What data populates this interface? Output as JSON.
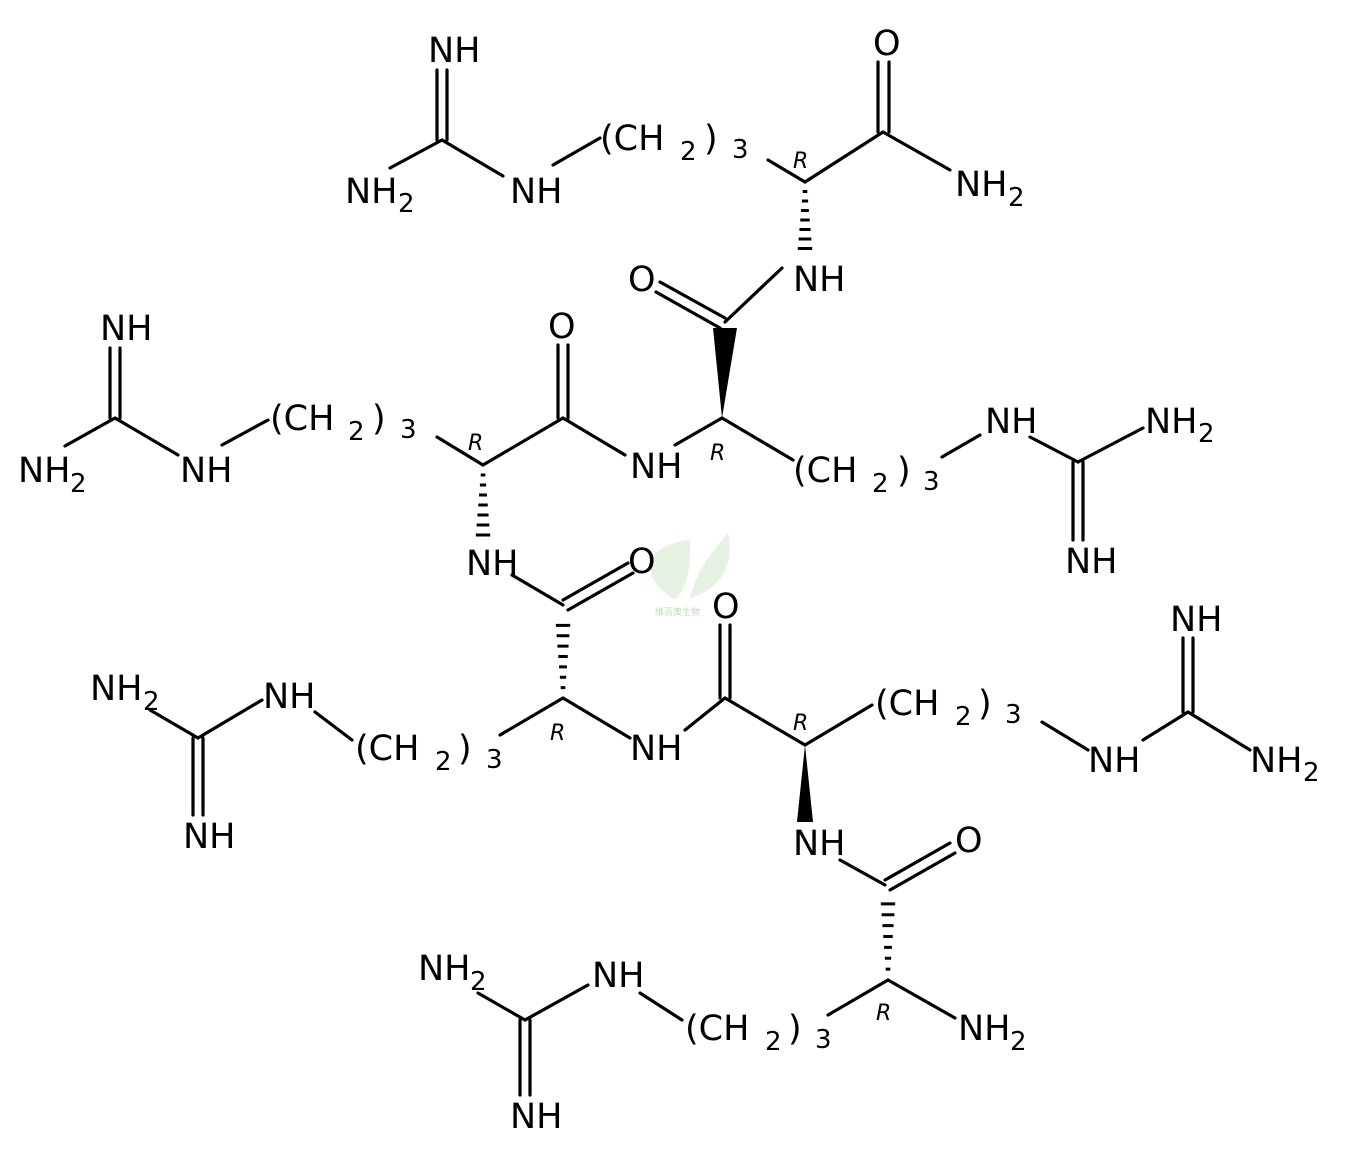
{
  "structure": {
    "labels": {
      "nh": "NH",
      "nh2": "NH",
      "nh2_sub": "2",
      "o": "O",
      "ch2_open": "(CH",
      "ch2_sub": "2",
      "ch2_close": ")",
      "ch2_count": "3",
      "stereo_r": "R"
    }
  },
  "watermark": {
    "text": "维百奥生物",
    "color": "#cfe8c8"
  }
}
